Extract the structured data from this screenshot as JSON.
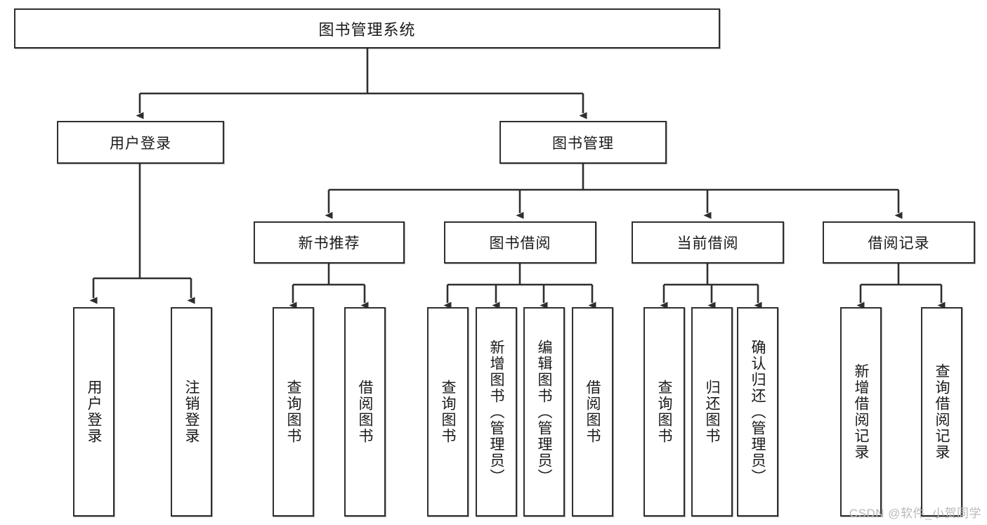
{
  "diagram": {
    "title": "图书管理系统",
    "watermark": "CSDN @软件_小贺同学",
    "type": "tree-hierarchy-diagram",
    "colors": {
      "box_border": "#2f2f2f",
      "box_fill": "#ffffff",
      "connector": "#2f2f2f",
      "text": "#1a1a1a",
      "watermark": "#b9b9b9"
    },
    "root": {
      "id": "root",
      "label": "图书管理系统",
      "orientation": "horizontal"
    },
    "level1": [
      {
        "id": "user-login",
        "label": "用户登录",
        "orientation": "horizontal"
      },
      {
        "id": "book-manage",
        "label": "图书管理",
        "orientation": "horizontal"
      }
    ],
    "level2": [
      {
        "id": "new-book-recommend",
        "label": "新书推荐",
        "orientation": "horizontal",
        "parent": "book-manage"
      },
      {
        "id": "book-borrow",
        "label": "图书借阅",
        "orientation": "horizontal",
        "parent": "book-manage"
      },
      {
        "id": "current-borrow",
        "label": "当前借阅",
        "orientation": "horizontal",
        "parent": "book-manage"
      },
      {
        "id": "borrow-record",
        "label": "借阅记录",
        "orientation": "horizontal",
        "parent": "book-manage"
      }
    ],
    "leaves": {
      "user_login": [
        {
          "id": "leaf-user-login",
          "label": "用户登录",
          "orientation": "vertical"
        },
        {
          "id": "leaf-logout-login",
          "label": "注销登录",
          "orientation": "vertical"
        }
      ],
      "new_book_recommend": [
        {
          "id": "leaf-query-book-1",
          "label": "查询图书",
          "orientation": "vertical"
        },
        {
          "id": "leaf-borrow-book-1",
          "label": "借阅图书",
          "orientation": "vertical"
        }
      ],
      "book_borrow": [
        {
          "id": "leaf-query-book-2",
          "label": "查询图书",
          "orientation": "vertical"
        },
        {
          "id": "leaf-add-book-admin",
          "label": "新增图书（管理员）",
          "orientation": "vertical"
        },
        {
          "id": "leaf-edit-book-admin",
          "label": "编辑图书（管理员）",
          "orientation": "vertical"
        },
        {
          "id": "leaf-borrow-book-2",
          "label": "借阅图书",
          "orientation": "vertical"
        }
      ],
      "current_borrow": [
        {
          "id": "leaf-query-book-3",
          "label": "查询图书",
          "orientation": "vertical"
        },
        {
          "id": "leaf-return-book",
          "label": "归还图书",
          "orientation": "vertical"
        },
        {
          "id": "leaf-confirm-return-admin",
          "label": "确认归还（管理员）",
          "orientation": "vertical"
        }
      ],
      "borrow_record": [
        {
          "id": "leaf-add-borrow-record",
          "label": "新增借阅记录",
          "orientation": "vertical"
        },
        {
          "id": "leaf-query-borrow-record",
          "label": "查询借阅记录",
          "orientation": "vertical"
        }
      ]
    }
  }
}
